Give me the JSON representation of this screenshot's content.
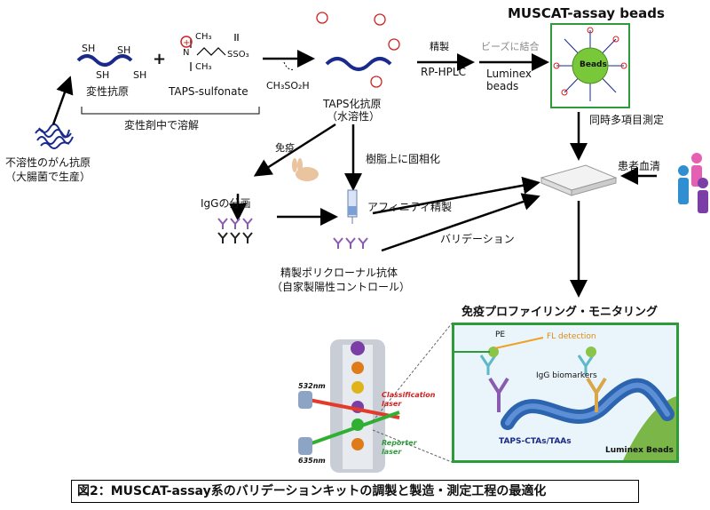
{
  "top_title": "MUSCAT-assay beads",
  "sh_label": "SH",
  "taps_sulfonate": "TAPS-sulfonate",
  "so3_label": "SSO₃",
  "ch3_label": "CH₃",
  "n_label": "N",
  "denatured_antigen": "変性抗原",
  "ch3so2h": "CH₃SO₂H",
  "taps_antigen": "TAPS化抗原",
  "water_soluble": "（水溶性）",
  "denaturant_dissolve": "変性剤中で溶解",
  "purify": "精製",
  "rp_hplc": "RP-HPLC",
  "bead_bind": "ビーズに結合",
  "luminex": "Luminex",
  "beads_word": "beads",
  "beads_label": "Beads",
  "multiplex": "同時多項目測定",
  "insoluble_antigen": "不溶性のがん抗原",
  "ecoli_production": "（大腸菌で生産）",
  "immunize": "免疫",
  "resin_immobilize": "樹脂上に固相化",
  "igg_fraction": "IgGの分画",
  "affinity_purify": "アフィニティ精製",
  "validation": "バリデーション",
  "patient_serum": "患者血清",
  "polyclonal": "精製ポリクローナル抗体",
  "inhouse_control": "（自家製陽性コントロール）",
  "immune_profiling": "免疫プロファイリング・モニタリング",
  "laser_532": "532nm",
  "laser_635": "635nm",
  "classification_laser": "Classification laser",
  "reporter_laser": "Reporter laser",
  "pe": "PE",
  "fl_detection": "FL detection",
  "igg_biomarkers": "IgG biomarkers",
  "taps_ctas": "TAPS-CTAs/TAAs",
  "luminex_beads": "Luminex Beads",
  "caption": "図2：MUSCAT-assay系のバリデーションキットの調製と製造・測定工程の最適化",
  "colors": {
    "green_frame": "#2e9b3a",
    "chain": "#1a2a8a",
    "plus": "#d32020",
    "purple_ab": "#8a5cb0"
  }
}
